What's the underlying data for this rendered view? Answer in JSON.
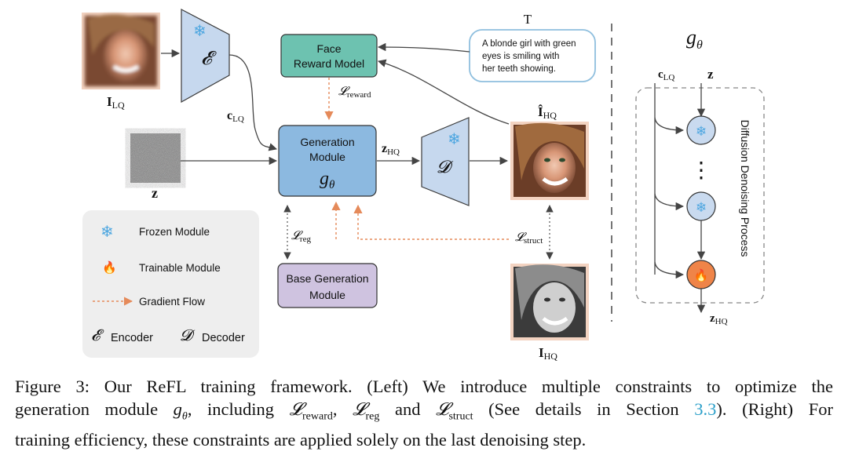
{
  "diagram": {
    "symbols": {
      "encoder": "𝓔",
      "decoder": "𝓓",
      "g_theta": "g",
      "theta": "θ",
      "loss": "𝓛",
      "snowflake": "❄",
      "flame": "🔥",
      "dots": "⋮"
    },
    "inputs": {
      "i_lq": "I",
      "i_lq_sub": "LQ",
      "z": "z",
      "c_lq": "c",
      "c_lq_sub": "LQ"
    },
    "face_reward": {
      "line1": "Face",
      "line2": "Reward Model"
    },
    "text_prompt": {
      "label": "T",
      "line1": "A blonde girl with green",
      "line2": "eyes is smiling with",
      "line3": "her teeth showing."
    },
    "generation": {
      "line1": "Generation",
      "line2": "Module"
    },
    "z_hq": {
      "main": "z",
      "sub": "HQ"
    },
    "i_hq_hat": {
      "main": "Î",
      "sub": "HQ"
    },
    "i_hq": {
      "main": "I",
      "sub": "HQ"
    },
    "losses": {
      "reward": "reward",
      "reg": "reg",
      "struct": "struct"
    },
    "base_generation": {
      "line1": "Base Generation",
      "line2": "Module"
    },
    "legend": {
      "frozen": "Frozen Module",
      "trainable": "Trainable Module",
      "gradient": "Gradient Flow",
      "encoder": "Encoder",
      "decoder": "Decoder"
    },
    "right_panel": {
      "title_g": "g",
      "title_theta": "θ",
      "c_lq": "c",
      "c_lq_sub": "LQ",
      "z": "z",
      "process": "Diffusion Denoising Process",
      "z_hq": "z",
      "z_hq_sub": "HQ"
    },
    "colors": {
      "reward_fill": "#6dc2b0",
      "generation_fill": "#8cb9e0",
      "base_fill": "#cfc3e0",
      "trapezoid_fill": "#c6d8ee",
      "gradient": "#e58a5a",
      "trainable_fill": "#ef8448"
    }
  },
  "caption": {
    "p1": "Figure 3: Our ReFL training framework. (Left) We introduce multiple constraints to optimize the",
    "p2a": "generation module ",
    "p2_g": "g",
    "p2_theta": "θ",
    "p2b": ", including ",
    "p2_loss": "𝓛",
    "p2_reward": "reward",
    "p2c": ", ",
    "p2_reg": "reg",
    "p2d": " and ",
    "p2_struct": "struct",
    "p2e": " (See details in Section ",
    "p2_ref": "3.3",
    "p2f": "). (Right) For",
    "p3": "training efficiency, these constraints are applied solely on the last denoising step."
  }
}
